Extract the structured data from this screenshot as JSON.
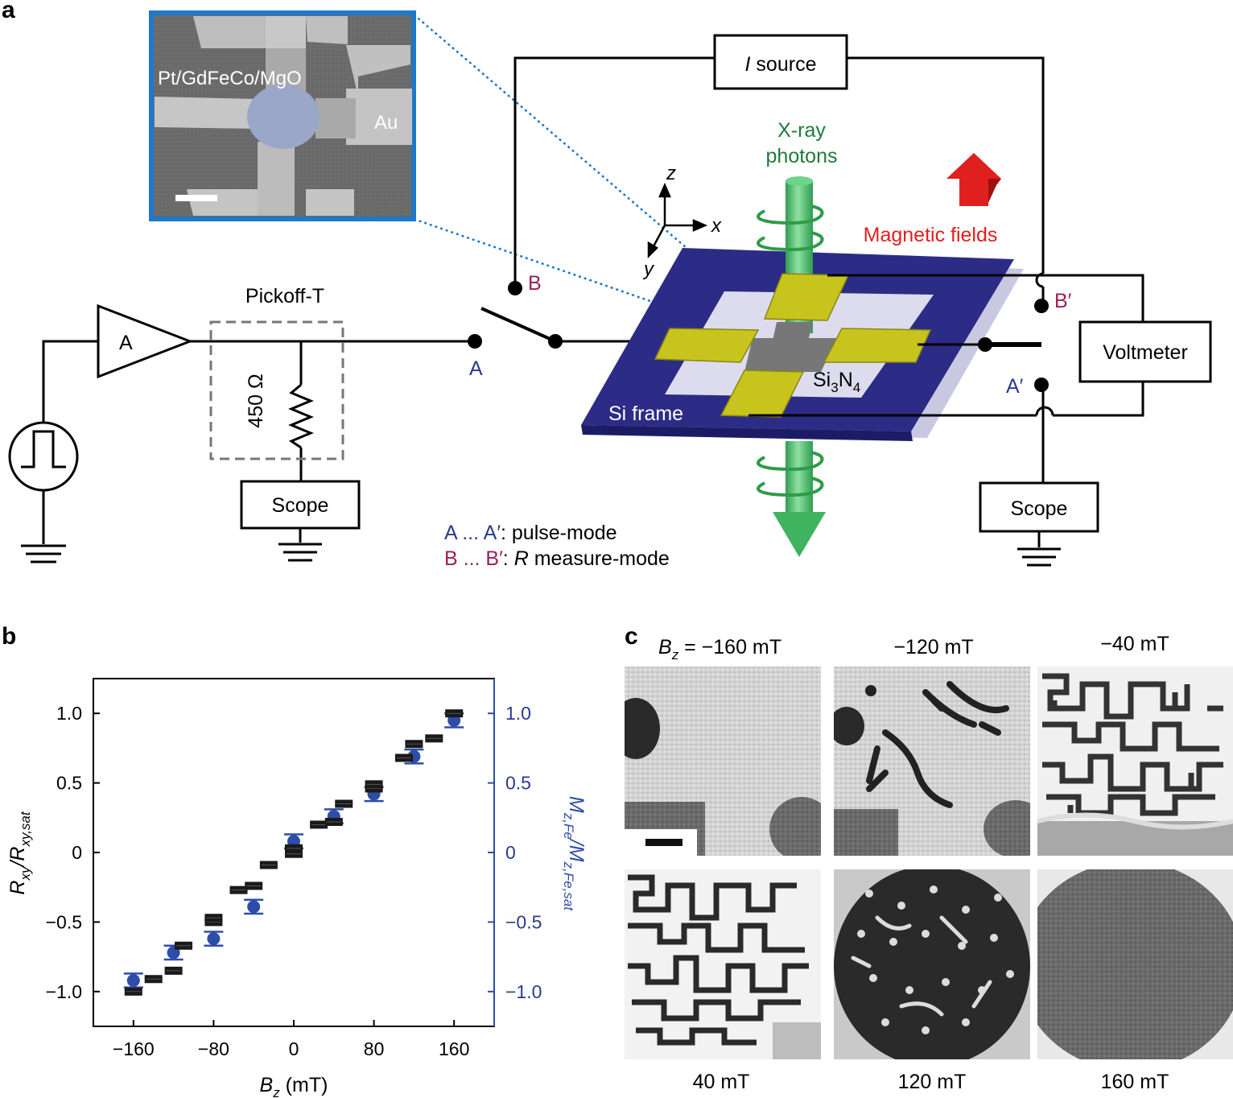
{
  "panels": {
    "a": "a",
    "b": "b",
    "c": "c"
  },
  "panel_a": {
    "inset_labels": {
      "stack": "Pt/GdFeCo/MgO",
      "electrode": "Au"
    },
    "boxes": {
      "source_prefix": "I",
      "source": " source",
      "voltmeter": "Voltmeter",
      "scope_left": "Scope",
      "scope_right": "Scope"
    },
    "amplifier": "A",
    "pickoff": "Pickoff-T",
    "resistor": "450 Ω",
    "nodes": {
      "A": "A",
      "B": "B",
      "Aprime": "A′",
      "Bprime": "B′"
    },
    "xray": [
      "X-ray",
      "photons"
    ],
    "magnetic_fields": "Magnetic fields",
    "axes": {
      "z": "z",
      "x": "x",
      "y": "y"
    },
    "membrane": {
      "prefix": "Si",
      "sub1": "3",
      "mid": "N",
      "sub2": "4"
    },
    "frame": "Si frame",
    "legend": {
      "pulse_ends": "A ... A′",
      "pulse_mode": ": pulse-mode",
      "measure_ends": "B ... B′",
      "measure_mode_it": "R",
      "measure_mode": " measure-mode"
    },
    "colors": {
      "frame": "#2c2c86",
      "membrane": "#dcdcee",
      "pads": "#c8c41e",
      "beam": "#3fb35f",
      "field_arrow": "#e0201f",
      "inset_border": "#1f78c8",
      "node_a": "#2b3a8f",
      "node_b": "#9c1f5a"
    }
  },
  "panel_b": {
    "chart_data": {
      "type": "scatter",
      "xlabel_var": "B",
      "xlabel_sub": "z",
      "xlabel_unit": " (mT)",
      "ylabel_left": {
        "a": "R",
        "a_sub": "xy",
        "mid": "/R",
        "b_sub": "xy,sat"
      },
      "ylabel_right": {
        "a": "M",
        "a_sub": "z,Fe",
        "mid": "/M",
        "b_sub": "z,Fe,sat"
      },
      "xlim": [
        -200,
        200
      ],
      "ylim": [
        -1.25,
        1.25
      ],
      "xticks": [
        -160,
        -80,
        0,
        80,
        160
      ],
      "xtick_labels": [
        "−160",
        "−80",
        "0",
        "80",
        "160"
      ],
      "yticks": [
        -1.0,
        -0.5,
        0,
        0.5,
        1.0
      ],
      "ytick_labels": [
        "−1.0",
        "−0.5",
        "0",
        "0.5",
        "1.0"
      ],
      "grid": false,
      "series": [
        {
          "color": "#1a1a1a",
          "marker": "square",
          "x": [
            -160,
            -140,
            -120,
            -110,
            -80,
            -80,
            -55,
            -40,
            -25,
            0,
            0,
            25,
            40,
            50,
            80,
            80,
            110,
            120,
            140,
            160
          ],
          "y": [
            -1.0,
            -0.91,
            -0.85,
            -0.67,
            -0.5,
            -0.47,
            -0.27,
            -0.24,
            -0.09,
            -0.01,
            0.03,
            0.2,
            0.22,
            0.35,
            0.46,
            0.49,
            0.68,
            0.78,
            0.82,
            1.0
          ]
        },
        {
          "color": "#2e4da8",
          "marker": "circle",
          "x": [
            -160,
            -120,
            -80,
            -40,
            0,
            40,
            80,
            120,
            160
          ],
          "y": [
            -0.92,
            -0.72,
            -0.62,
            -0.39,
            0.08,
            0.26,
            0.42,
            0.69,
            0.95
          ],
          "err": [
            0.05,
            0.05,
            0.05,
            0.05,
            0.05,
            0.05,
            0.05,
            0.05,
            0.05
          ]
        }
      ]
    }
  },
  "panel_c": {
    "top_labels": {
      "first_var": "B",
      "first_sub": "z",
      "first_rest": " = −160 mT",
      "second": "−120 mT",
      "third": "−40 mT"
    },
    "bottom_labels": [
      "40 mT",
      "120 mT",
      "160 mT"
    ]
  }
}
